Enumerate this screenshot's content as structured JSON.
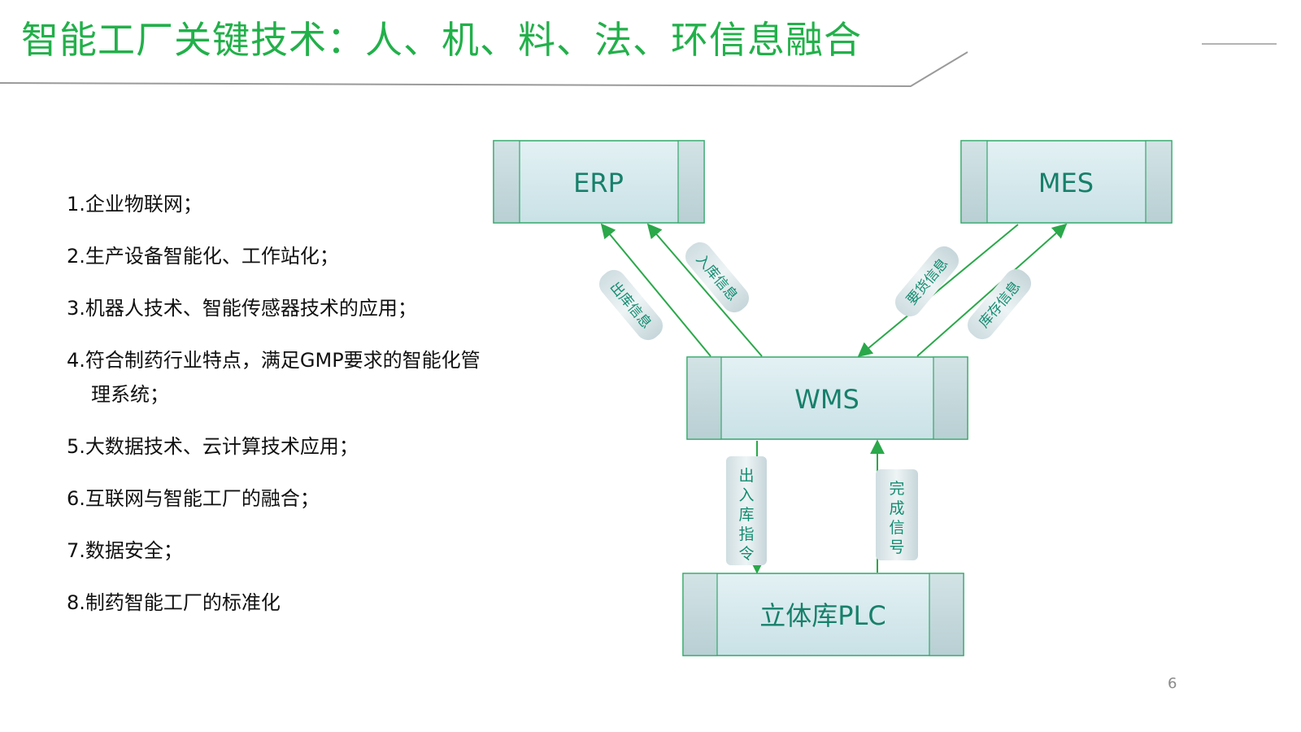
{
  "slide": {
    "title": "智能工厂关键技术：人、机、料、法、环信息融合",
    "page_number": "6"
  },
  "tech_list": [
    "1.企业物联网；",
    "2.生产设备智能化、工作站化；",
    "3.机器人技术、智能传感器技术的应用；",
    "4.符合制药行业特点，满足GMP要求的智能化管理系统；",
    "5.大数据技术、云计算技术应用；",
    "6.互联网与智能工厂的融合；",
    "7.数据安全；",
    "8.制药智能工厂的标准化"
  ],
  "diagram": {
    "nodes": {
      "erp": "ERP",
      "mes": "MES",
      "wms": "WMS",
      "plc": "立体库PLC"
    },
    "edges": {
      "wms_to_erp_outbound": "出库信息",
      "wms_to_erp_inbound": "入库信息",
      "mes_to_wms_request": "要货信息",
      "wms_to_mes_inventory": "库存信息",
      "wms_to_plc_command": "出入库指令",
      "plc_to_wms_done": "完成信号"
    }
  },
  "colors": {
    "title_green": "#22b04a",
    "line_green": "#2aa84a",
    "box_fill": "#d5e9ee",
    "box_border": "#33a86a",
    "label_teal": "#17806a"
  }
}
